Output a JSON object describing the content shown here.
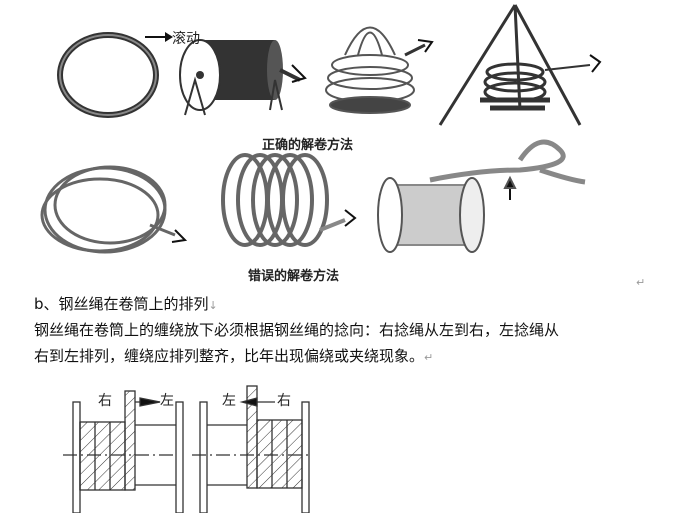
{
  "illustration": {
    "roll_label": "滚动",
    "correct_caption": "正确的解卷方法",
    "wrong_caption": "错误的解卷方法"
  },
  "section": {
    "heading": "b、钢丝绳在卷筒上的排列",
    "paragraph_line1": "钢丝绳在卷筒上的缠绕放下必须根据钢丝绳的捻向：右捻绳从左到右，左捻绳从",
    "paragraph_line2": "右到左排列，缠绕应排列整齐，比年出现偏绕或夹绕现象。"
  },
  "diagram": {
    "left_drum": {
      "from": "右",
      "to": "左"
    },
    "right_drum": {
      "from": "左",
      "to": "右"
    }
  }
}
